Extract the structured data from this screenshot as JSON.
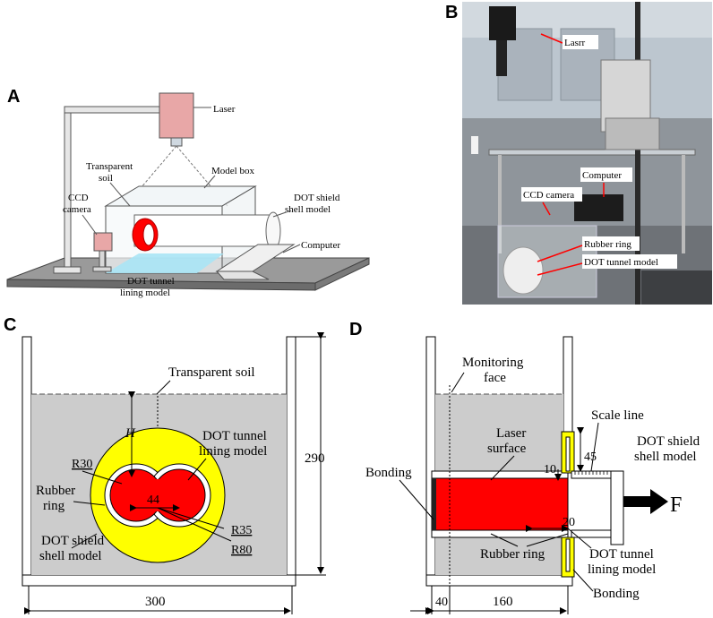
{
  "panels": {
    "a": "A",
    "b": "B",
    "c": "C",
    "d": "D"
  },
  "panel_a": {
    "laser": "Laser",
    "transparent_soil_1": "Transparent",
    "transparent_soil_2": "soil",
    "model_box": "Model box",
    "ccd_1": "CCD",
    "ccd_2": "camera",
    "dot_shield_1": "DOT shield",
    "dot_shield_2": "shell model",
    "computer": "Computer",
    "lining_1": "DOT tunnel",
    "lining_2": "lining model"
  },
  "panel_b": {
    "laser": "Lasrr",
    "computer": "Computer",
    "ccd": "CCD camera",
    "rubber_ring": "Rubber ring",
    "tunnel_model": "DOT tunnel model"
  },
  "panel_c": {
    "transparent_soil": "Transparent soil",
    "h": "H",
    "dot_lining_1": "DOT tunnel",
    "dot_lining_2": "lining model",
    "r30": "R30",
    "rubber_1": "Rubber",
    "rubber_2": "ring",
    "dim44": "44",
    "r35": "R35",
    "shield_1": "DOT shield",
    "shield_2": "shell model",
    "r80": "R80",
    "dim290": "290",
    "dim300": "300"
  },
  "panel_d": {
    "monitoring_1": "Monitoring",
    "monitoring_2": "face",
    "laser_1": "Laser",
    "laser_2": "surface",
    "scale_line": "Scale line",
    "dot_shield_1": "DOT shield",
    "dot_shield_2": "shell model",
    "dim45": "45",
    "dim10": "10",
    "bonding_left": "Bonding",
    "force": "F",
    "dim20": "20",
    "rubber_ring": "Rubber ring",
    "lining_1": "DOT tunnel",
    "lining_2": "lining model",
    "bonding_bottom": "Bonding",
    "dim40": "40",
    "dim160": "160"
  },
  "colors": {
    "soil": "#cccccc",
    "red": "#ff0000",
    "yellow": "#ffff00",
    "laser_box": "#e8a7a7",
    "floor": "#8f8f8f"
  }
}
